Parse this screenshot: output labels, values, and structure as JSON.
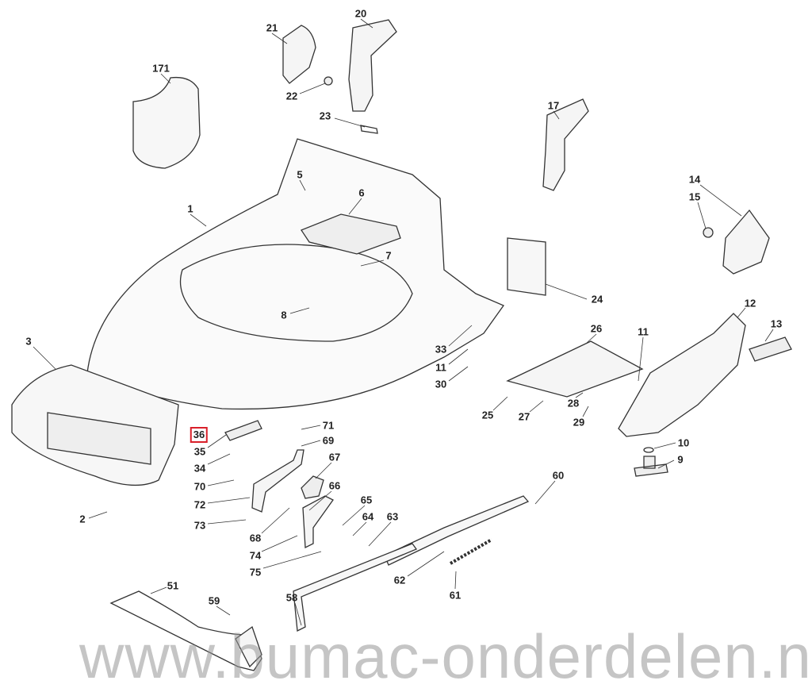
{
  "watermark": "www.bumac-onderdelen.nl",
  "highlight_color": "#d9202a",
  "parts": [
    {
      "id": "p171",
      "label": "171"
    },
    {
      "id": "p21",
      "label": "21"
    },
    {
      "id": "p20",
      "label": "20"
    },
    {
      "id": "p22",
      "label": "22"
    },
    {
      "id": "p23",
      "label": "23"
    },
    {
      "id": "p17",
      "label": "17"
    },
    {
      "id": "p5",
      "label": "5"
    },
    {
      "id": "p6",
      "label": "6"
    },
    {
      "id": "p1",
      "label": "1"
    },
    {
      "id": "p14",
      "label": "14"
    },
    {
      "id": "p15",
      "label": "15"
    },
    {
      "id": "p7",
      "label": "7"
    },
    {
      "id": "p24",
      "label": "24"
    },
    {
      "id": "p8",
      "label": "8"
    },
    {
      "id": "p12",
      "label": "12"
    },
    {
      "id": "p3",
      "label": "3"
    },
    {
      "id": "p26",
      "label": "26"
    },
    {
      "id": "p11",
      "label": "11"
    },
    {
      "id": "p13",
      "label": "13"
    },
    {
      "id": "p33",
      "label": "33"
    },
    {
      "id": "p11b",
      "label": "11"
    },
    {
      "id": "p30",
      "label": "30"
    },
    {
      "id": "p25",
      "label": "25"
    },
    {
      "id": "p27",
      "label": "27"
    },
    {
      "id": "p28",
      "label": "28"
    },
    {
      "id": "p29",
      "label": "29"
    },
    {
      "id": "p36",
      "label": "36",
      "highlighted": true
    },
    {
      "id": "p35",
      "label": "35"
    },
    {
      "id": "p71",
      "label": "71"
    },
    {
      "id": "p69",
      "label": "69"
    },
    {
      "id": "p34",
      "label": "34"
    },
    {
      "id": "p67",
      "label": "67"
    },
    {
      "id": "p70",
      "label": "70"
    },
    {
      "id": "p66",
      "label": "66"
    },
    {
      "id": "p72",
      "label": "72"
    },
    {
      "id": "p65",
      "label": "65"
    },
    {
      "id": "p60",
      "label": "60"
    },
    {
      "id": "p64",
      "label": "64"
    },
    {
      "id": "p63",
      "label": "63"
    },
    {
      "id": "p10",
      "label": "10"
    },
    {
      "id": "p9",
      "label": "9"
    },
    {
      "id": "p73",
      "label": "73"
    },
    {
      "id": "p68",
      "label": "68"
    },
    {
      "id": "p74",
      "label": "74"
    },
    {
      "id": "p75",
      "label": "75"
    },
    {
      "id": "p2",
      "label": "2"
    },
    {
      "id": "p62",
      "label": "62"
    },
    {
      "id": "p61",
      "label": "61"
    },
    {
      "id": "p51",
      "label": "51"
    },
    {
      "id": "p59",
      "label": "59"
    },
    {
      "id": "p58",
      "label": "58"
    }
  ]
}
